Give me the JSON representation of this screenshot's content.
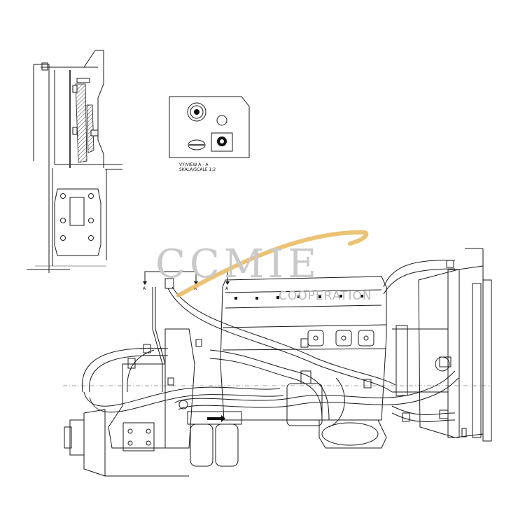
{
  "view_caption": {
    "line1": "VY/VIEW A - A",
    "line2": "SKALA/SCALE 1:2"
  },
  "section_marks": {
    "left": "A",
    "right": "A",
    "upper": "A"
  },
  "watermark": {
    "logo_text": "CCMIE",
    "sub_text": "COOPERATION",
    "accent_color": "#e9b75c",
    "text_color": "#c9c9c9"
  },
  "colors": {
    "line": "#1a1a1a",
    "background": "#ffffff"
  }
}
